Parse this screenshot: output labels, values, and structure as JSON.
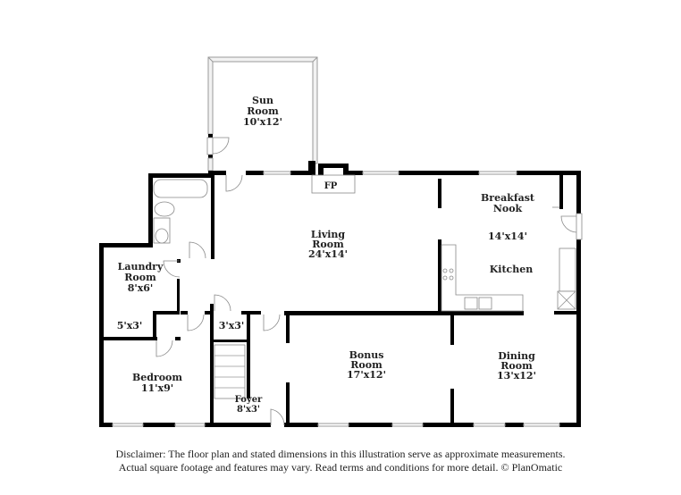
{
  "floor_plan": {
    "rooms": [
      {
        "id": "sun-room",
        "name_line1": "Sun",
        "name_line2": "Room",
        "dims": "10'x12'"
      },
      {
        "id": "living-room",
        "name_line1": "Living",
        "name_line2": "Room",
        "dims": "24'x14'"
      },
      {
        "id": "breakfast-nook",
        "name_line1": "Breakfast",
        "name_line2": "Nook",
        "dims": "14'x14'"
      },
      {
        "id": "kitchen",
        "name_line1": "Kitchen"
      },
      {
        "id": "laundry-room",
        "name_line1": "Laundry",
        "name_line2": "Room",
        "dims": "8'x6'"
      },
      {
        "id": "closet-left",
        "dims": "5'x3'"
      },
      {
        "id": "closet-center",
        "dims": "3'x3'"
      },
      {
        "id": "bedroom",
        "name_line1": "Bedroom",
        "dims": "11'x9'"
      },
      {
        "id": "foyer",
        "name_line1": "Foyer",
        "dims": "8'x3'"
      },
      {
        "id": "bonus-room",
        "name_line1": "Bonus",
        "name_line2": "Room",
        "dims": "17'x12'"
      },
      {
        "id": "dining-room",
        "name_line1": "Dining",
        "name_line2": "Room",
        "dims": "13'x12'"
      }
    ],
    "fireplace_label": "FP"
  },
  "disclaimer": {
    "line1": "Disclaimer: The floor plan and stated dimensions in this illustration serve as approximate measurements.",
    "line2": "Actual square footage and features may vary. Read terms and conditions for more detail. © PlanOmatic"
  }
}
